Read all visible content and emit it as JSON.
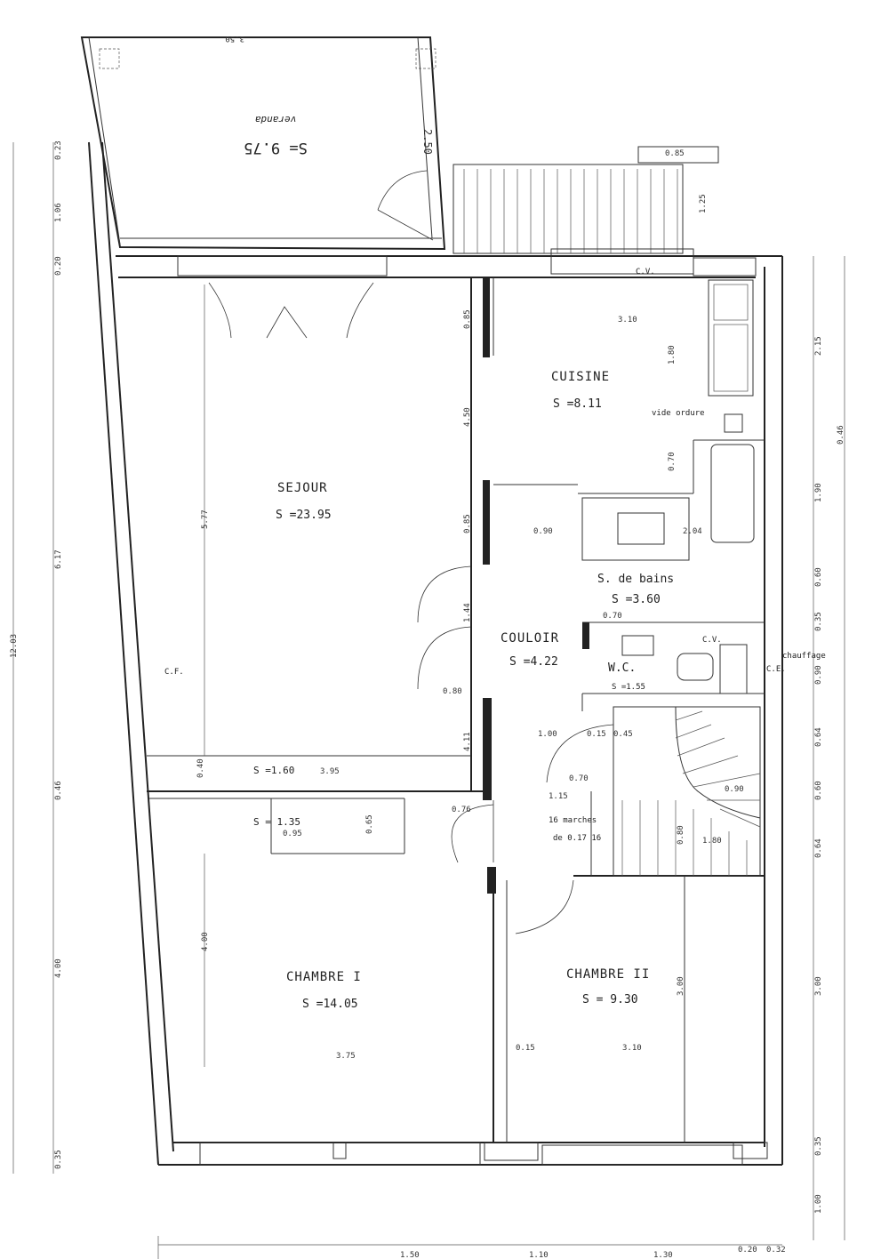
{
  "rooms": {
    "veranda": {
      "name": "veranda",
      "area": "S= 9.75"
    },
    "sejour": {
      "name": "SEJOUR",
      "area": "S =23.95"
    },
    "cuisine": {
      "name": "CUISINE",
      "area": "S =8.11"
    },
    "bains": {
      "name": "S. de bains",
      "area": "S =3.60"
    },
    "couloir": {
      "name": "COULOIR",
      "area": "S =4.22"
    },
    "wc": {
      "name": "W.C.",
      "area": "S =1.55"
    },
    "chambre1": {
      "name": "CHAMBRE  I",
      "area": "S =14.05"
    },
    "chambre2": {
      "name": "CHAMBRE II",
      "area": "S = 9.30"
    },
    "placard1": {
      "area": "S =1.60"
    },
    "placard2": {
      "area": "S = 1.35"
    }
  },
  "labels": {
    "vide_ordure": "vide ordure",
    "chauffage": "chauffage",
    "marches": "16 marches",
    "marches_height": "de 0.17 16",
    "cv": "C.V.",
    "cf": "C.F.",
    "ce": "C.E."
  },
  "dims": {
    "top_085": "0.85",
    "top_125": "1.25",
    "veranda_350": "3.50",
    "veranda_250": "2.50",
    "cuisine_310": "3.10",
    "cuisine_180": "1.80",
    "cuisine_070": "0.70",
    "sejour_577": "5.77",
    "sejour_085": "0.85",
    "sejour_450": "4.50",
    "sejour_085b": "0.85",
    "sejour_144": "1.44",
    "sejour_080": "0.80",
    "sejour_411": "4.11",
    "placard_040": "0.40",
    "placard_395": "3.95",
    "placard2_065": "0.65",
    "placard2_095": "0.95",
    "bains_090": "0.90",
    "bains_204": "2.04",
    "couloir_100": "1.00",
    "couloir_015": "0.15",
    "couloir_045": "0.45",
    "couloir_115": "1.15",
    "couloir_076": "0.76",
    "couloir_070": "0.70",
    "stair_090": "0.90",
    "stair_180": "1.80",
    "stair_080": "0.80",
    "ch1_400": "4.00",
    "ch1_375": "3.75",
    "ch2_310": "3.10",
    "ch2_300": "3.00",
    "ch2_015": "0.15",
    "left_1203": "12.03",
    "left_617": "6.17",
    "left_400": "4.00",
    "left_106": "1.06",
    "left_023": "0.23",
    "left_020": "0.20",
    "left_046": "0.46",
    "left_035": "0.35",
    "right_215": "2.15",
    "right_190": "1.90",
    "right_060": "0.60",
    "right_046": "0.46",
    "right_090": "0.90",
    "right_035": "0.35",
    "right_064": "0.64",
    "right_300": "3.00",
    "right_100": "1.00",
    "right_035b": "0.35",
    "bottom_150": "1.50",
    "bottom_110": "1.10",
    "bottom_130": "1.30",
    "bottom_020": "0.20",
    "bottom_032": "0.32"
  }
}
